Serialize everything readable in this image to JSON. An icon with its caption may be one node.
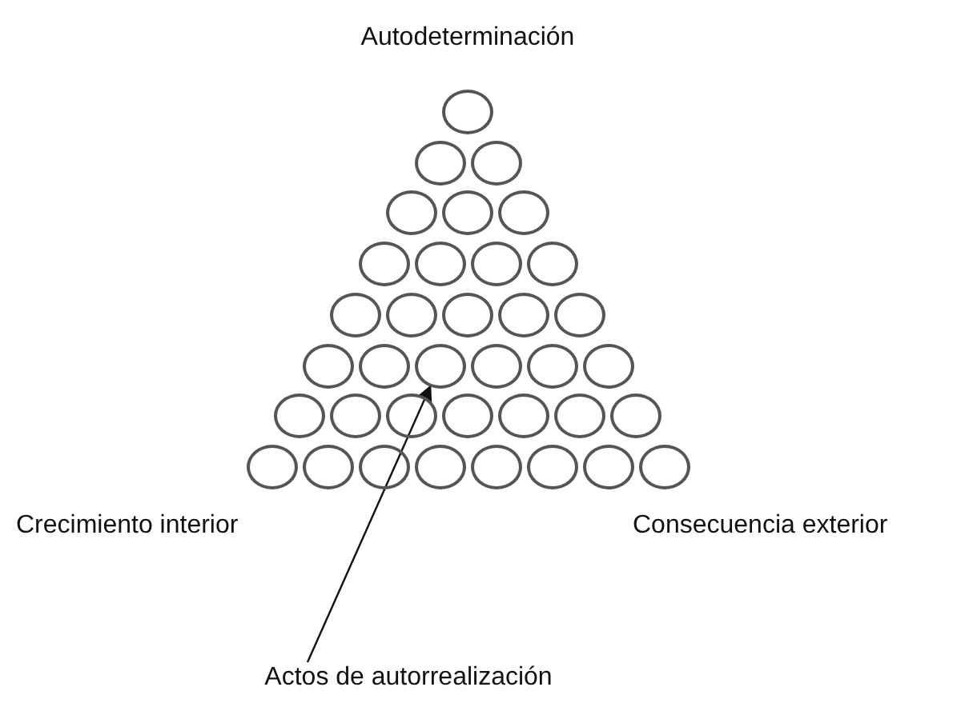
{
  "diagram": {
    "nodes": [
      {
        "text": [],
        "shape": "circle"
      },
      {
        "text": [],
        "shape": "circle"
      },
      {
        "text": [],
        "shape": "circle"
      },
      {
        "text": [],
        "shape": "circle"
      },
      {
        "text": [],
        "shape": "circle"
      },
      {
        "text": [],
        "shape": "circle"
      },
      {
        "text": [],
        "shape": "circle"
      },
      {
        "text": [],
        "shape": "circle"
      },
      {
        "text": [],
        "shape": "circle"
      },
      {
        "text": [],
        "shape": "circle"
      },
      {
        "text": [],
        "shape": "circle"
      },
      {
        "text": [],
        "shape": "circle"
      },
      {
        "text": [],
        "shape": "circle"
      },
      {
        "text": [],
        "shape": "circle"
      },
      {
        "text": [],
        "shape": "circle"
      },
      {
        "text": [],
        "shape": "circle"
      },
      {
        "text": [],
        "shape": "circle"
      },
      {
        "text": [],
        "shape": "circle"
      },
      {
        "text": [],
        "shape": "circle"
      },
      {
        "text": [],
        "shape": "circle"
      },
      {
        "text": [],
        "shape": "circle"
      },
      {
        "text": [],
        "shape": "circle"
      },
      {
        "text": [],
        "shape": "circle"
      },
      {
        "text": [],
        "shape": "circle"
      },
      {
        "text": [],
        "shape": "circle"
      },
      {
        "text": [],
        "shape": "circle"
      },
      {
        "text": [],
        "shape": "circle"
      },
      {
        "text": [],
        "shape": "circle"
      },
      {
        "text": [],
        "shape": "circle"
      },
      {
        "text": [],
        "shape": "circle"
      },
      {
        "text": [],
        "shape": "circle"
      },
      {
        "text": [],
        "shape": "circle"
      },
      {
        "text": [],
        "shape": "circle"
      },
      {
        "text": [],
        "shape": "circle"
      },
      {
        "text": [],
        "shape": "circle"
      },
      {
        "text": [],
        "shape": "circle"
      },
      {
        "text": [
          "Actos de autorrealización"
        ]
      }
    ],
    "edges": [
      {
        "from": 36,
        "to": 17,
        "arrow": "to"
      }
    ],
    "labels": [
      "Autodeterminación",
      "Crecimiento interior",
      "Consecuencia exterior"
    ]
  }
}
